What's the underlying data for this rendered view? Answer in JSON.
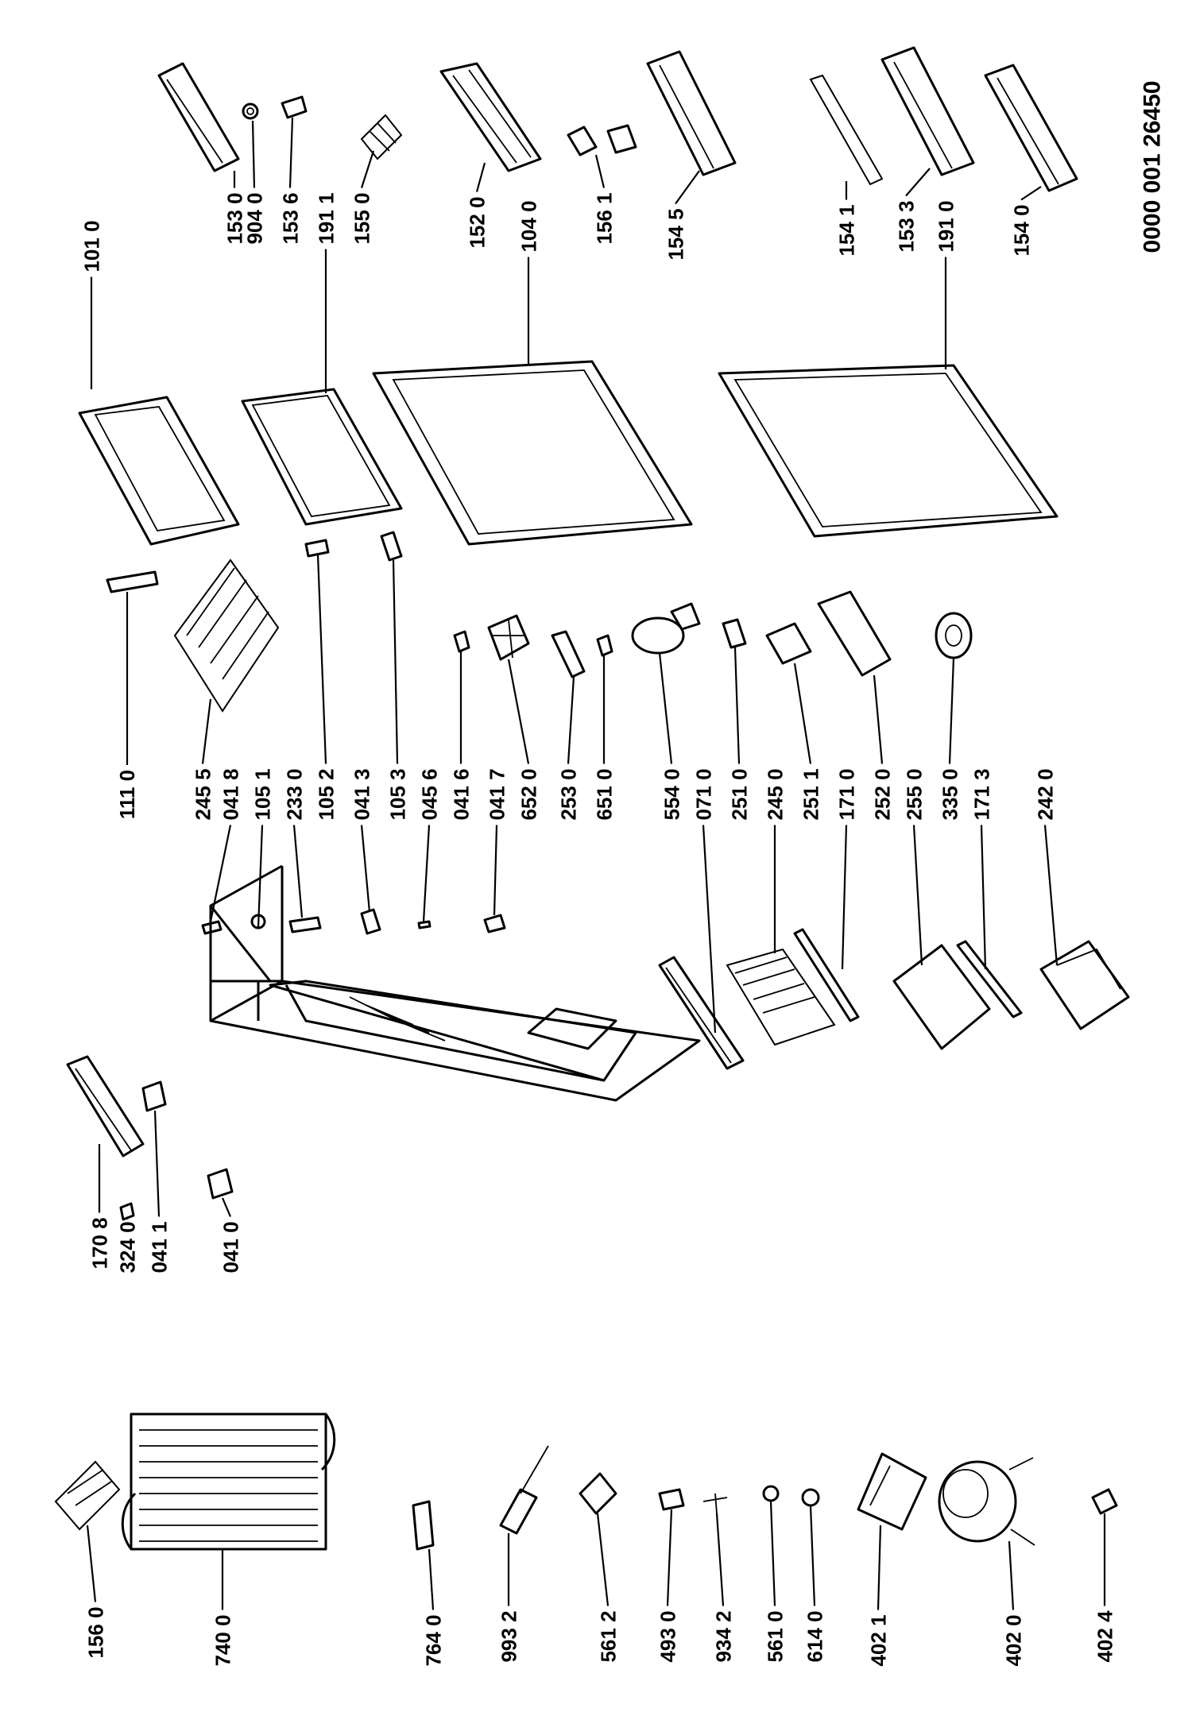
{
  "document_code": "0000 001 26450",
  "parts": [
    {
      "id": "p1010",
      "label": "101 0"
    },
    {
      "id": "p1530",
      "label": "153 0"
    },
    {
      "id": "p9040",
      "label": "904 0"
    },
    {
      "id": "p1536",
      "label": "153 6"
    },
    {
      "id": "p1911",
      "label": "191 1"
    },
    {
      "id": "p1550",
      "label": "155 0"
    },
    {
      "id": "p1520",
      "label": "152 0"
    },
    {
      "id": "p1040",
      "label": "104 0"
    },
    {
      "id": "p1561",
      "label": "156 1"
    },
    {
      "id": "p1545",
      "label": "154 5"
    },
    {
      "id": "p1541",
      "label": "154 1"
    },
    {
      "id": "p1533",
      "label": "153 3"
    },
    {
      "id": "p1910",
      "label": "191 0"
    },
    {
      "id": "p1540",
      "label": "154 0"
    },
    {
      "id": "p1110",
      "label": "111 0"
    },
    {
      "id": "p2455",
      "label": "245 5"
    },
    {
      "id": "p0418",
      "label": "041 8"
    },
    {
      "id": "p1051",
      "label": "105 1"
    },
    {
      "id": "p2330",
      "label": "233 0"
    },
    {
      "id": "p1052",
      "label": "105 2"
    },
    {
      "id": "p0413",
      "label": "041 3"
    },
    {
      "id": "p1053",
      "label": "105 3"
    },
    {
      "id": "p0456",
      "label": "045 6"
    },
    {
      "id": "p0416",
      "label": "041 6"
    },
    {
      "id": "p0417",
      "label": "041 7"
    },
    {
      "id": "p6520",
      "label": "652 0"
    },
    {
      "id": "p2530",
      "label": "253 0"
    },
    {
      "id": "p6510",
      "label": "651 0"
    },
    {
      "id": "p5540",
      "label": "554 0"
    },
    {
      "id": "p0710",
      "label": "071 0"
    },
    {
      "id": "p2510",
      "label": "251 0"
    },
    {
      "id": "p2450",
      "label": "245 0"
    },
    {
      "id": "p2511",
      "label": "251 1"
    },
    {
      "id": "p1710",
      "label": "171 0"
    },
    {
      "id": "p2520",
      "label": "252 0"
    },
    {
      "id": "p2550",
      "label": "255 0"
    },
    {
      "id": "p3350",
      "label": "335 0"
    },
    {
      "id": "p1713",
      "label": "171 3"
    },
    {
      "id": "p2420",
      "label": "242 0"
    },
    {
      "id": "p1708",
      "label": "170 8"
    },
    {
      "id": "p3240",
      "label": "324 0"
    },
    {
      "id": "p0411",
      "label": "041 1"
    },
    {
      "id": "p0410",
      "label": "041 0"
    },
    {
      "id": "p1560",
      "label": "156 0"
    },
    {
      "id": "p7400",
      "label": "740 0"
    },
    {
      "id": "p7640",
      "label": "764 0"
    },
    {
      "id": "p9932",
      "label": "993 2"
    },
    {
      "id": "p5612",
      "label": "561 2"
    },
    {
      "id": "p4930",
      "label": "493 0"
    },
    {
      "id": "p9342",
      "label": "934 2"
    },
    {
      "id": "p5610",
      "label": "561 0"
    },
    {
      "id": "p6140",
      "label": "614 0"
    },
    {
      "id": "p4021",
      "label": "402 1"
    },
    {
      "id": "p4020",
      "label": "402 0"
    },
    {
      "id": "p4024",
      "label": "402 4"
    }
  ]
}
